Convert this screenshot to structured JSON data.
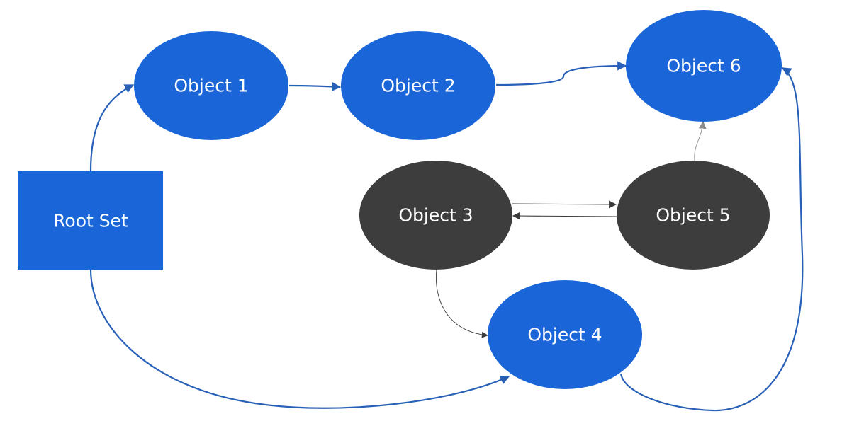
{
  "diagram": {
    "colors": {
      "reachable": "#1a66d9",
      "unreachable": "#3d3d3d",
      "reachable_edge": "#2860b8",
      "unreachable_edge": "#3a3a3a",
      "faint_edge": "#8a8a8a",
      "label": "#ffffff"
    },
    "nodes": {
      "root_set": {
        "label": "Root Set",
        "shape": "rectangle",
        "reachable": true
      },
      "object_1": {
        "label": "Object 1",
        "shape": "ellipse",
        "reachable": true
      },
      "object_2": {
        "label": "Object 2",
        "shape": "ellipse",
        "reachable": true
      },
      "object_3": {
        "label": "Object 3",
        "shape": "ellipse",
        "reachable": false
      },
      "object_4": {
        "label": "Object 4",
        "shape": "ellipse",
        "reachable": true
      },
      "object_5": {
        "label": "Object 5",
        "shape": "ellipse",
        "reachable": false
      },
      "object_6": {
        "label": "Object 6",
        "shape": "ellipse",
        "reachable": true
      }
    },
    "edges": [
      {
        "from": "Root Set",
        "to": "Object 1"
      },
      {
        "from": "Object 1",
        "to": "Object 2"
      },
      {
        "from": "Object 2",
        "to": "Object 6"
      },
      {
        "from": "Root Set",
        "to": "Object 4"
      },
      {
        "from": "Object 4",
        "to": "Object 6"
      },
      {
        "from": "Object 3",
        "to": "Object 5"
      },
      {
        "from": "Object 5",
        "to": "Object 3"
      },
      {
        "from": "Object 3",
        "to": "Object 4"
      },
      {
        "from": "Object 5",
        "to": "Object 6"
      }
    ]
  }
}
